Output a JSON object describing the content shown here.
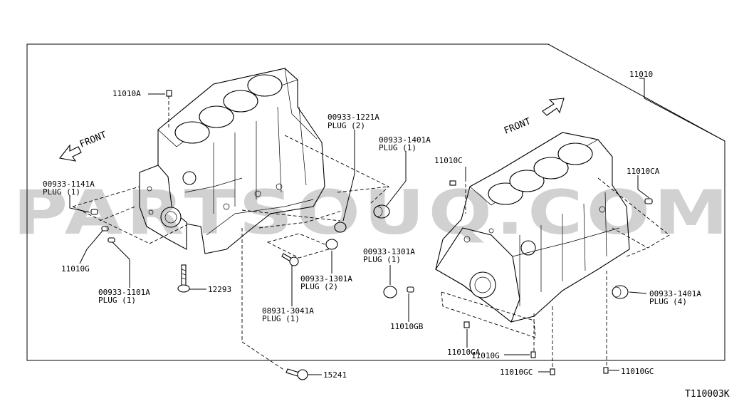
{
  "watermark": "PARTSOUQ.COM",
  "diagram_code": "T110003K",
  "front_left": "FRONT",
  "front_right": "FRONT",
  "labels": {
    "p11010": "11010",
    "p11010A": "11010A",
    "p00933_1221A": "00933-1221A",
    "p00933_1221A_plug": "PLUG (2)",
    "p00933_1401A_top": "00933-1401A",
    "p00933_1401A_top_plug": "PLUG (1)",
    "p11010C": "11010C",
    "p11010CA": "11010CA",
    "p00933_1141A": "00933-1141A",
    "p00933_1141A_plug": "PLUG (1)",
    "p11010G": "11010G",
    "p00933_1101A": "00933-1101A",
    "p00933_1101A_plug": "PLUG (1)",
    "p12293": "12293",
    "p00933_1301A_mid": "00933-1301A",
    "p00933_1301A_mid_plug": "PLUG (2)",
    "p08931_3041A": "08931-3041A",
    "p08931_3041A_plug": "PLUG (1)",
    "p00933_1301A_right": "00933-1301A",
    "p00933_1301A_right_plug": "PLUG (1)",
    "p11010GB": "11010GB",
    "p11010GA": "11010GA",
    "p11010G_b": "11010G",
    "p11010GC_a": "11010GC",
    "p11010GC_b": "11010GC",
    "p00933_1401A_right": "00933-1401A",
    "p00933_1401A_right_plug": "PLUG (4)",
    "p15241": "15241"
  }
}
